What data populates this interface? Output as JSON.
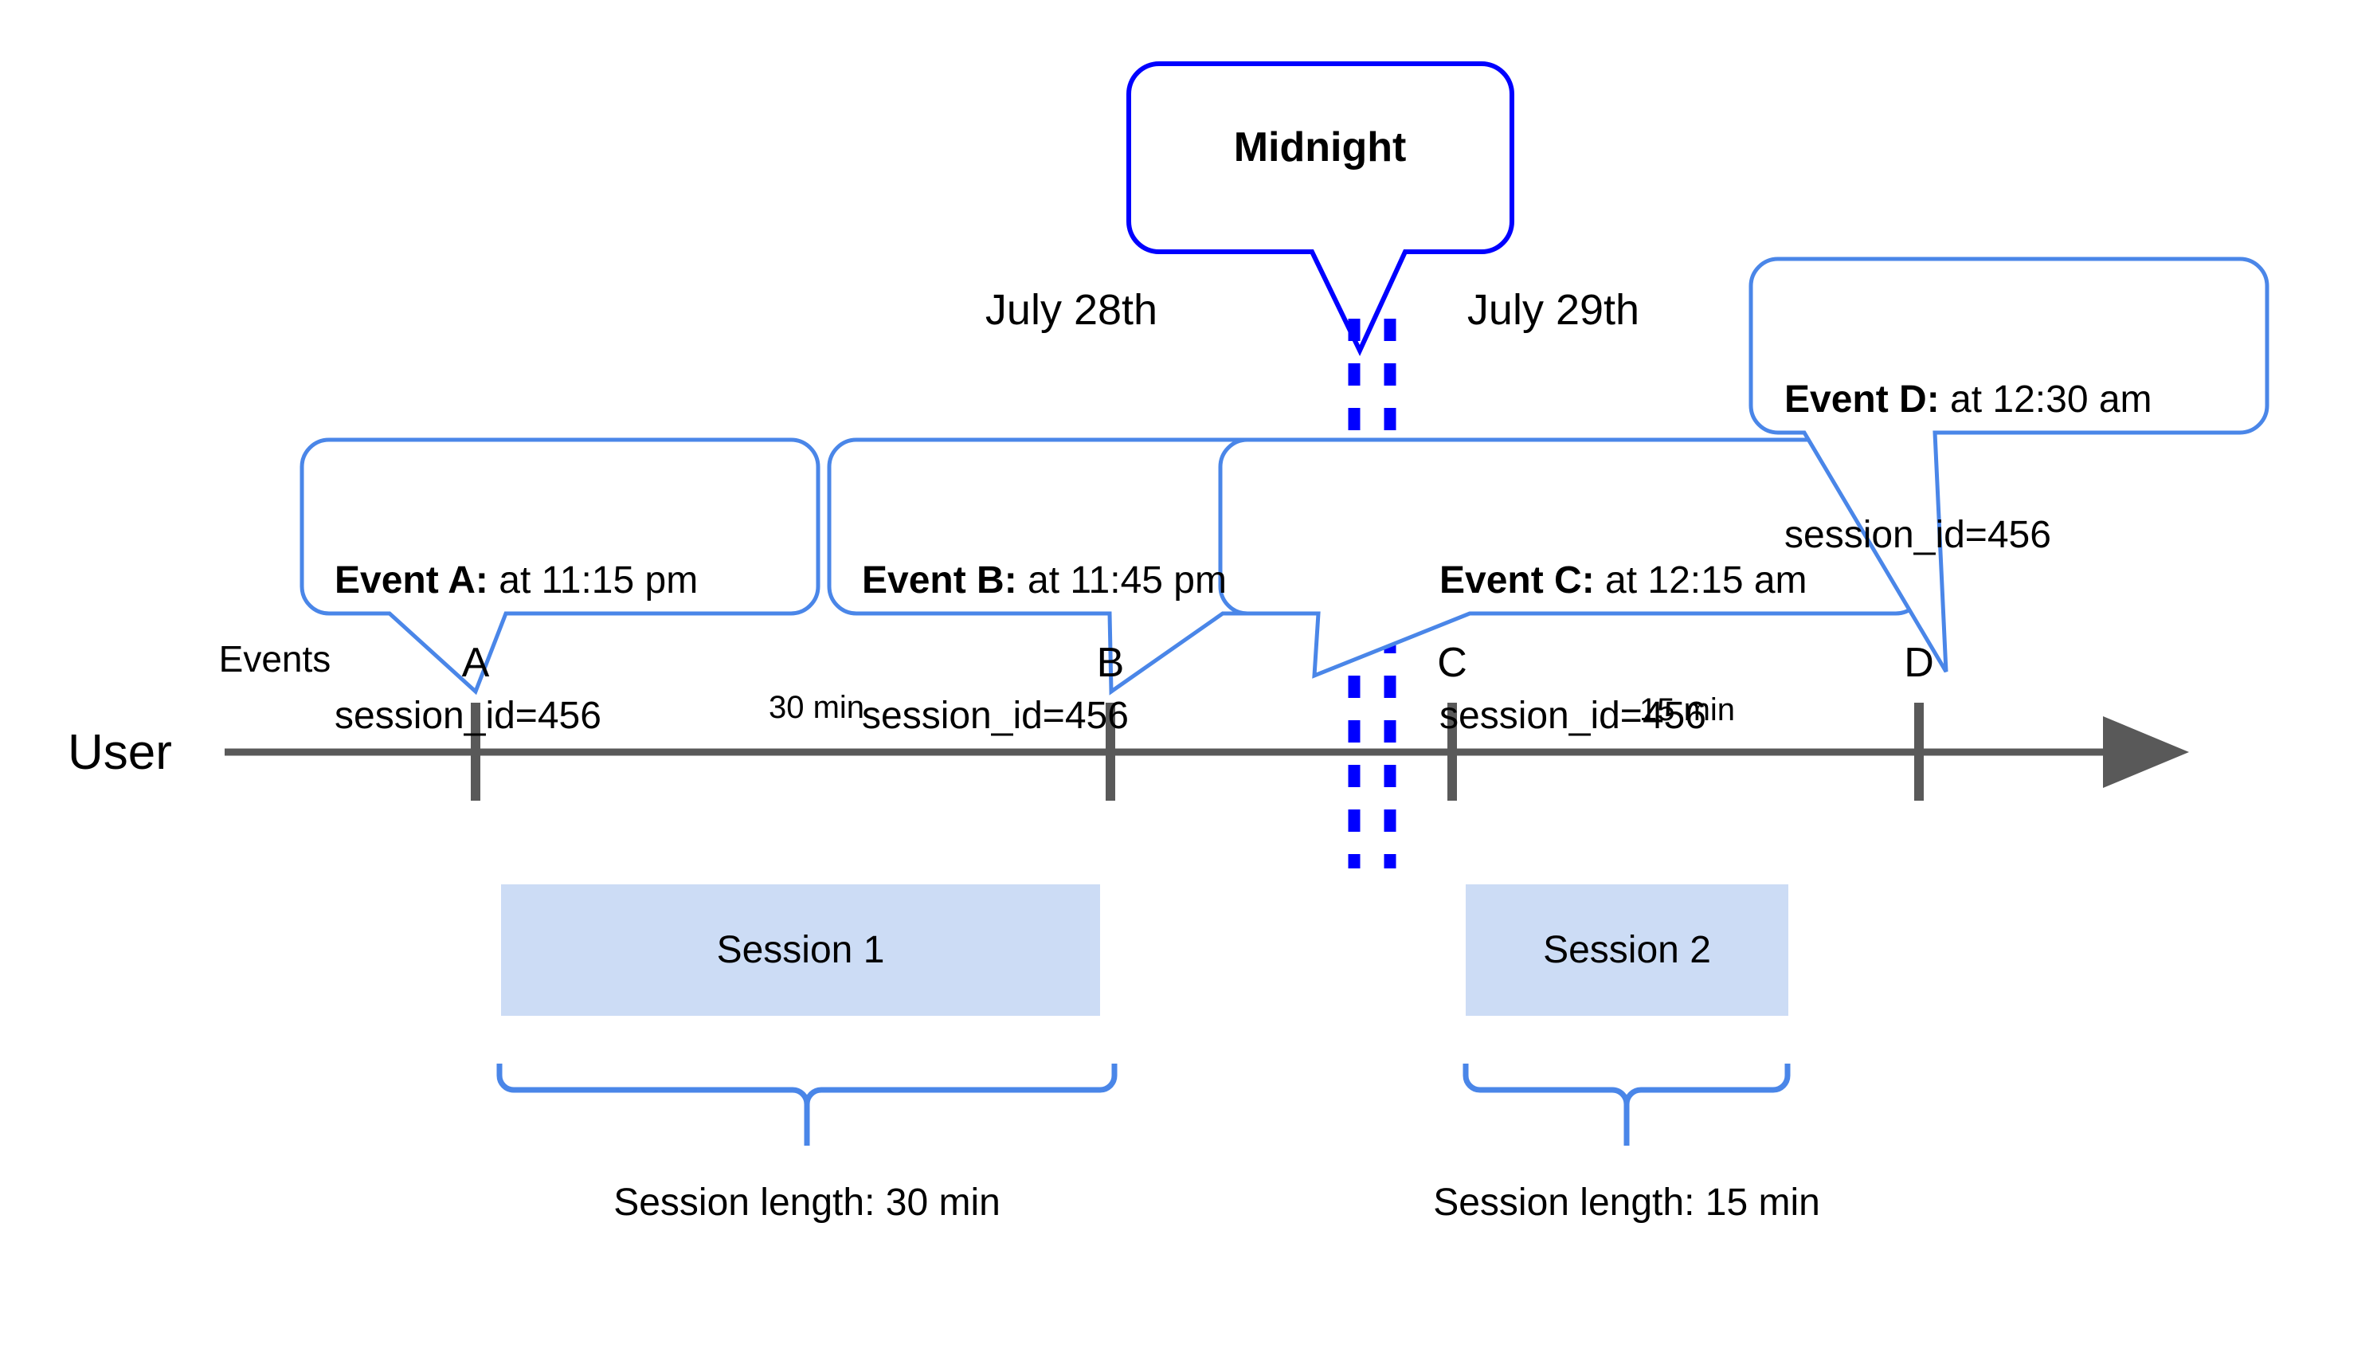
{
  "diagram": {
    "title_note": "Midnight",
    "lanes": {
      "user_label": "User",
      "events_label": "Events"
    },
    "dates": {
      "left": "July 28th",
      "right": "July 29th"
    },
    "events": [
      {
        "letter": "A",
        "bold": "Event A:",
        "rest": " at 11:15 pm",
        "line2": "session_id=456"
      },
      {
        "letter": "B",
        "bold": "Event B:",
        "rest": " at 11:45 pm",
        "line2": "session_id=456"
      },
      {
        "letter": "C",
        "bold": "Event C:",
        "rest": " at 12:15 am",
        "line2": "session_id=456"
      },
      {
        "letter": "D",
        "bold": "Event D:",
        "rest": " at 12:30 am",
        "line2": "session_id=456"
      }
    ],
    "gaps": [
      {
        "label": "30 min"
      },
      {
        "label": "15 min"
      }
    ],
    "sessions": [
      {
        "name": "Session 1",
        "length_caption": "Session length: 30 min"
      },
      {
        "name": "Session 2",
        "length_caption": "Session length: 15 min"
      }
    ],
    "colors": {
      "midnight_blue": "#0000ff",
      "callout_blue": "#4a86e8",
      "session_fill": "#ccdcf5",
      "axis_gray": "#595959",
      "text_black": "#000000"
    }
  }
}
